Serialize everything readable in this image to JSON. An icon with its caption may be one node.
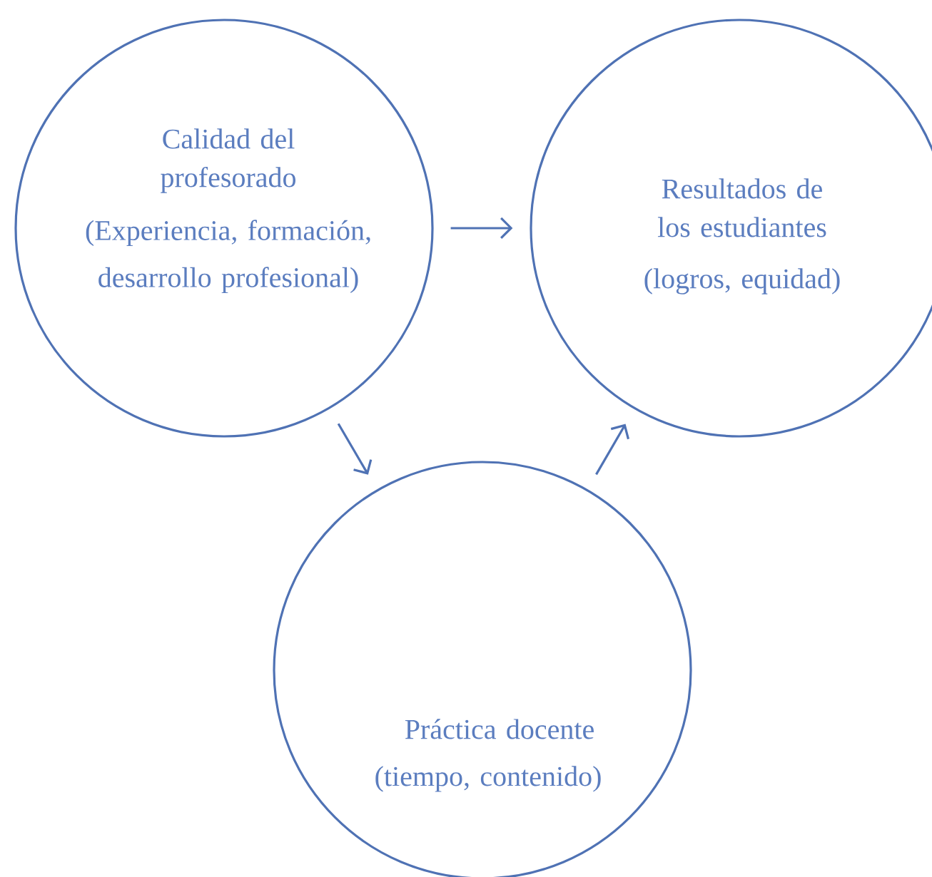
{
  "diagram": {
    "nodes": [
      {
        "text": [
          "Calidad del profesorado",
          "(Experiencia, formación, desarrollo profesional)"
        ]
      },
      {
        "text": [
          "Resultados de los estudiantes",
          "(logros, equidad)"
        ]
      },
      {
        "text": [
          "Práctica docente",
          "(tiempo, contenido)"
        ]
      }
    ],
    "edges": [
      {
        "from": 0,
        "to": 1,
        "arrow": "to"
      },
      {
        "from": 0,
        "to": 2,
        "arrow": "to"
      },
      {
        "from": 2,
        "to": 1,
        "arrow": "to"
      }
    ]
  }
}
